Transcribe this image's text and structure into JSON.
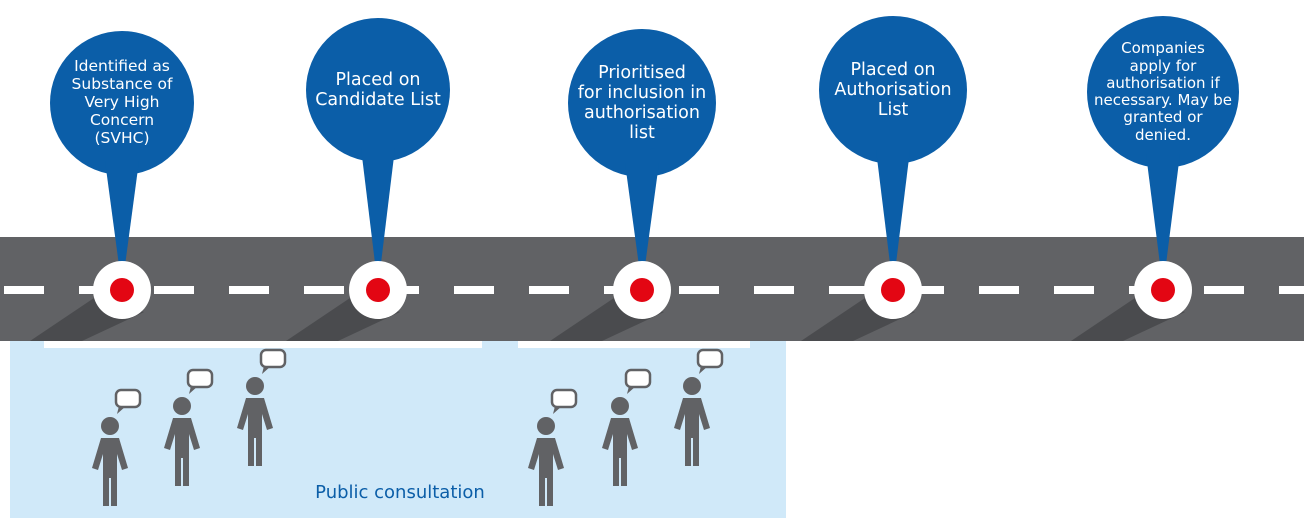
{
  "colors": {
    "bubble": "#0b5ea8",
    "road": "#616265",
    "road_shadow": "#4a4b4e",
    "dash": "#ffffff",
    "marker_dot": "#e30613",
    "consultation_bg": "#d0e9f9",
    "person": "#616265",
    "label_text": "#0b5ea8"
  },
  "steps": [
    {
      "id": "svhc",
      "label": "Identified as\nSubstance of\nVery High Concern\n(SVHC)"
    },
    {
      "id": "candidate",
      "label": "Placed on\nCandidate List"
    },
    {
      "id": "prioritised",
      "label": "Prioritised\nfor inclusion in\nauthorisation\nlist"
    },
    {
      "id": "authorisation",
      "label": "Placed on\nAuthorisation\nList"
    },
    {
      "id": "apply",
      "label": "Companies\napply for\nauthorisation if\nnecessary. May be\ngranted or\ndenied."
    }
  ],
  "consultation": {
    "label": "Public consultation",
    "icon": "person-speech-bubble-icon"
  }
}
